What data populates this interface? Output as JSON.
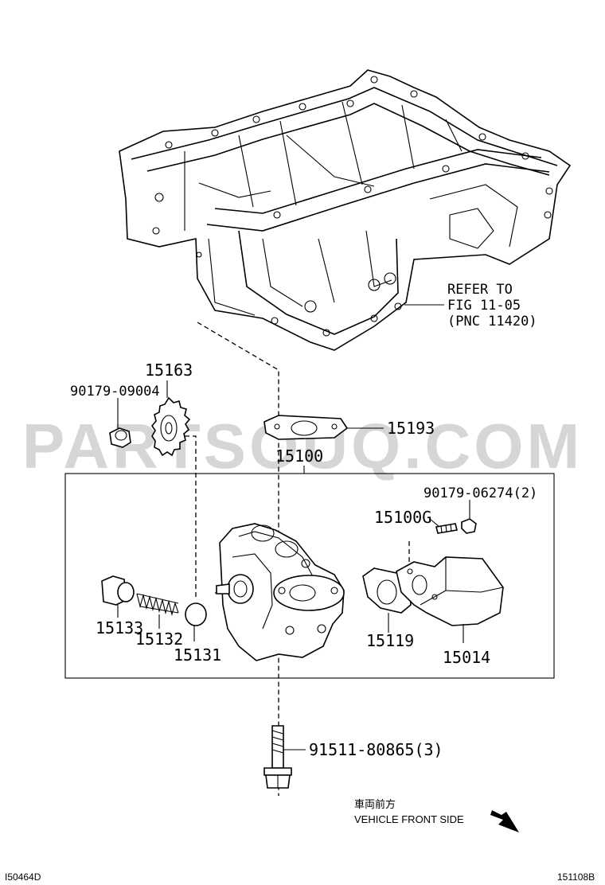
{
  "watermark": "PARTSOUQ.COM",
  "reference": {
    "line1": "REFER TO",
    "line2": "FIG 11-05",
    "line3": "(PNC 11420)"
  },
  "parts": {
    "p15163": "15163",
    "p90179_09004": "90179-09004",
    "p15193": "15193",
    "p15100": "15100",
    "p90179_06274": "90179-06274(2)",
    "p15100G": "15100G",
    "p15133": "15133",
    "p15132": "15132",
    "p15131": "15131",
    "p15119": "15119",
    "p15014": "15014",
    "p91511": "91511-80865(3)"
  },
  "direction": {
    "japanese": "車両前方",
    "english": "VEHICLE FRONT SIDE"
  },
  "codes": {
    "left": "I50464D",
    "right": "151108B"
  }
}
